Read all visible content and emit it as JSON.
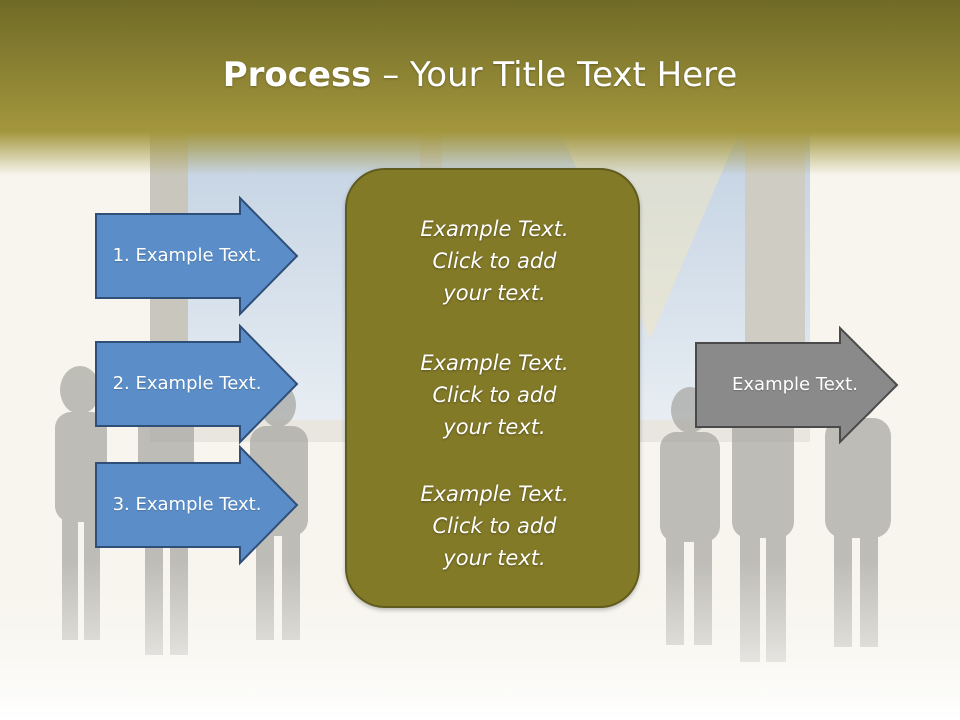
{
  "title": {
    "bold": "Process",
    "rest": " – Your Title Text Here"
  },
  "left_arrows": [
    {
      "label": "1. Example Text."
    },
    {
      "label": "2. Example Text."
    },
    {
      "label": "3. Example Text."
    }
  ],
  "center_blocks": [
    {
      "line1": "Example Text.",
      "line2": "Click  to add",
      "line3": "your text."
    },
    {
      "line1": "Example Text.",
      "line2": "Click  to add",
      "line3": "your text."
    },
    {
      "line1": "Example Text.",
      "line2": "Click  to add",
      "line3": "your text."
    }
  ],
  "right_arrow": {
    "label": "Example Text."
  },
  "colors": {
    "header_band": "#8f8330",
    "blue_arrow": "#5b8ec8",
    "center_box": "#837a28",
    "gray_arrow": "#8a8a8a"
  }
}
